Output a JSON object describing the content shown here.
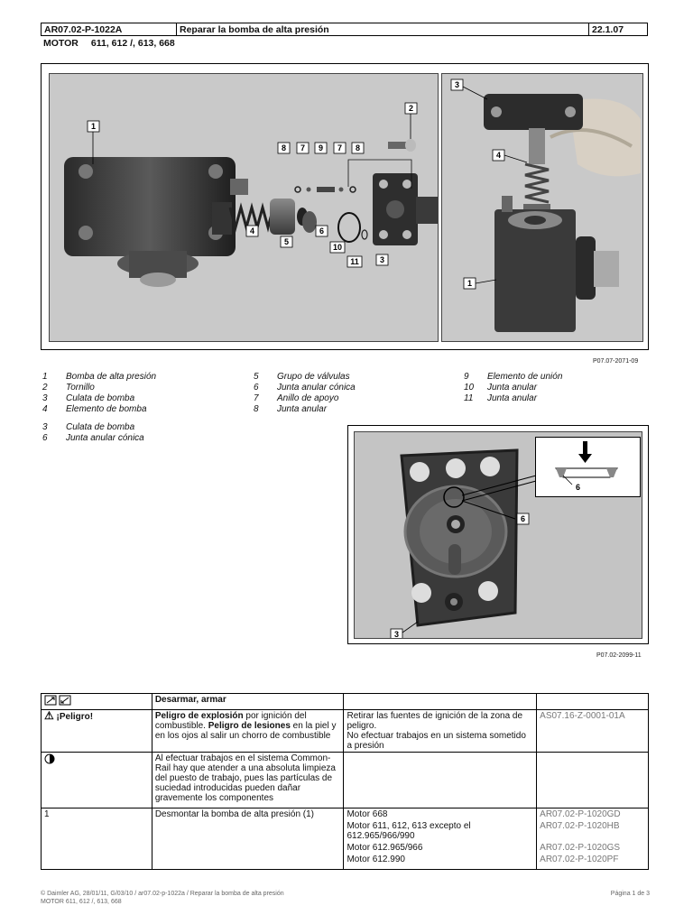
{
  "header": {
    "code": "AR07.02-P-1022A",
    "title": "Reparar la bomba de alta presión",
    "date": "22.1.07"
  },
  "motor": {
    "label": "MOTOR",
    "models": "611, 612 /, 613, 668"
  },
  "figure1": {
    "code": "P07.07-2071-09",
    "callouts_left": [
      "1",
      "2",
      "8",
      "7",
      "9",
      "7",
      "8",
      "4",
      "5",
      "6",
      "10",
      "11",
      "3"
    ],
    "callouts_right": [
      "3",
      "4",
      "1"
    ]
  },
  "legend1": {
    "col1": [
      {
        "n": "1",
        "t": "Bomba de alta presión"
      },
      {
        "n": "2",
        "t": "Tornillo"
      },
      {
        "n": "3",
        "t": "Culata de bomba"
      },
      {
        "n": "4",
        "t": "Elemento de bomba"
      }
    ],
    "col2": [
      {
        "n": "5",
        "t": "Grupo de válvulas"
      },
      {
        "n": "6",
        "t": "Junta anular cónica"
      },
      {
        "n": "7",
        "t": "Anillo de apoyo"
      },
      {
        "n": "8",
        "t": "Junta anular"
      }
    ],
    "col3": [
      {
        "n": "9",
        "t": "Elemento de unión"
      },
      {
        "n": "10",
        "t": "Junta anular"
      },
      {
        "n": "11",
        "t": "Junta anular"
      }
    ]
  },
  "legend2": [
    {
      "n": "3",
      "t": "Culata de bomba"
    },
    {
      "n": "6",
      "t": "Junta anular cónica"
    }
  ],
  "figure2": {
    "code": "P07.02-2099-11",
    "callouts": [
      "6",
      "6",
      "3"
    ]
  },
  "table": {
    "title": "Desarmar, armar",
    "danger": {
      "label": "¡Peligro!",
      "desc_b1": "Peligro de explosión",
      "desc_t1": " por ignición del combustible. ",
      "desc_b2": "Peligro de lesiones",
      "desc_t2": " en la piel y en los ojos al salir un chorro de combustible",
      "measures1": "Retirar las fuentes de ignición de la zona de peligro.",
      "measures2": "No efectuar trabajos en un sistema sometido a presión",
      "ref": "AS07.16-Z-0001-01A"
    },
    "note": "Al efectuar trabajos en el sistema Common-Rail hay que atender a una absoluta limpieza del puesto de trabajo, pues las partículas de suciedad introducidas pueden dañar gravemente los componentes",
    "step1": {
      "num": "1",
      "text": "Desmontar la bomba de alta presión (1)",
      "rows": [
        {
          "motor": "Motor 668",
          "ref": "AR07.02-P-1020GD"
        },
        {
          "motor": "Motor 611, 612, 613 excepto el 612.965/966/990",
          "ref": "AR07.02-P-1020HB"
        },
        {
          "motor": "Motor 612.965/966",
          "ref": "AR07.02-P-1020GS"
        },
        {
          "motor": "Motor 612.990",
          "ref": "AR07.02-P-1020PF"
        }
      ]
    }
  },
  "footer": {
    "left1": "© Daimler AG, 28/01/11, G/03/10 / ar07.02-p-1022a / Reparar la bomba de alta presión",
    "left2": "MOTOR 611, 612 /, 613, 668",
    "right": "Página 1 de 3"
  }
}
